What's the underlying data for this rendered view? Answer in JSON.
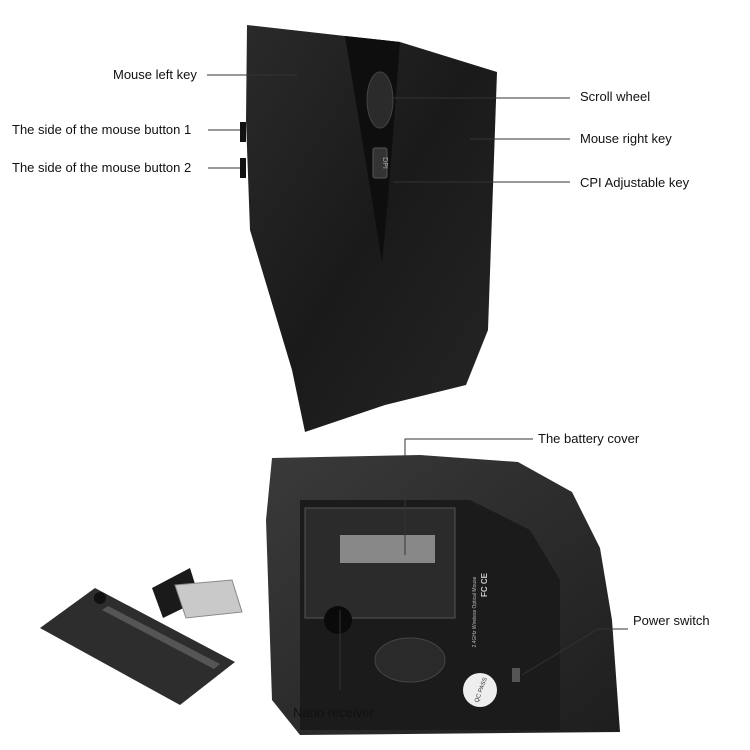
{
  "labels": {
    "left_key": "Mouse left key",
    "side_button_1": "The side of the mouse button 1",
    "side_button_2": "The side of the mouse button 2",
    "scroll_wheel": "Scroll wheel",
    "right_key": "Mouse right key",
    "cpi_key": "CPI Adjustable key",
    "battery_cover": "The battery cover",
    "power_switch": "Power switch",
    "nano_receiver": "Nano receiver"
  },
  "product_markings": {
    "cpi_button": "DPI",
    "qc_sticker": "QC PASS",
    "fcc": "FC CE",
    "model_text": "2.4GHz Wireless Optical Mouse"
  },
  "colors": {
    "mouse_body": "#1c1c1c",
    "line": "#333333",
    "background": "#ffffff"
  }
}
